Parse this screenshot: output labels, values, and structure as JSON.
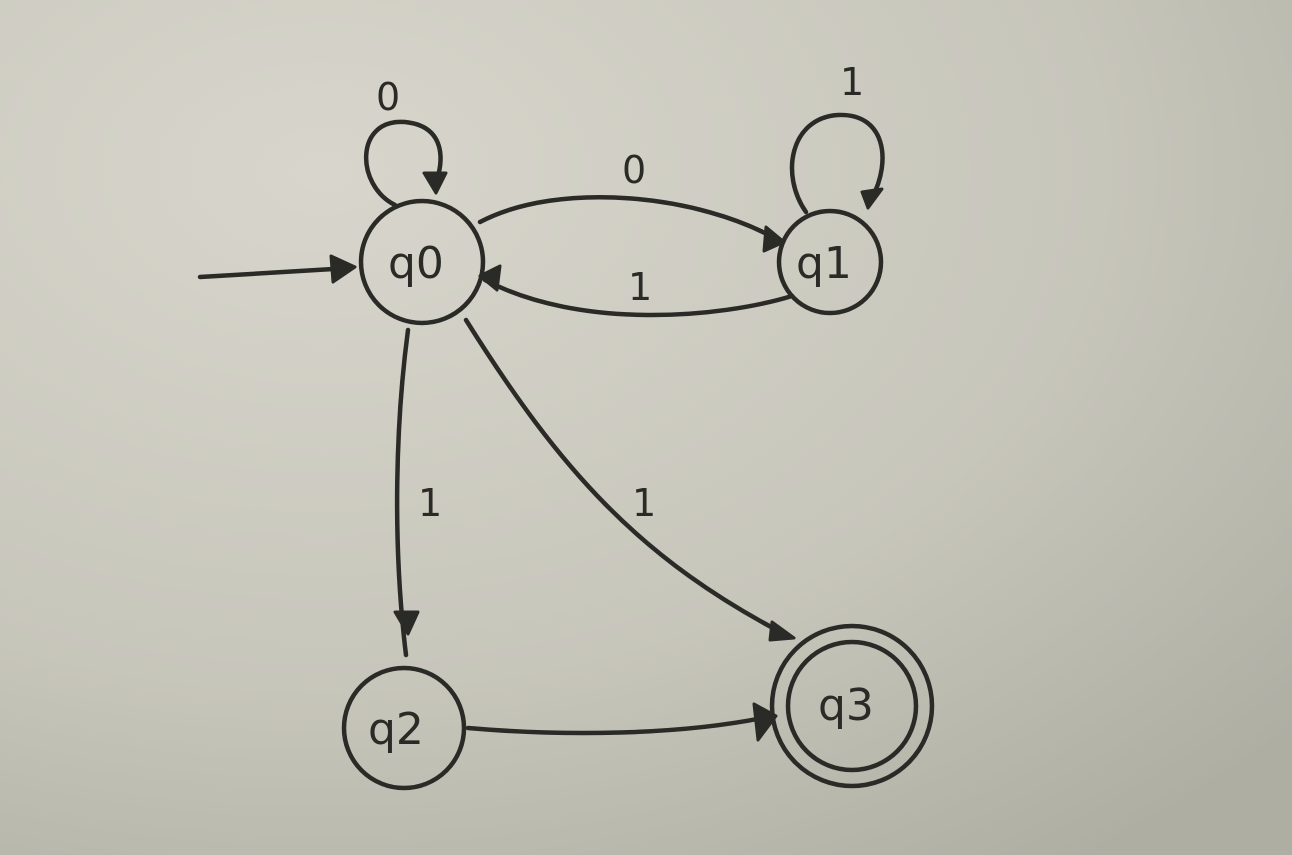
{
  "states": {
    "q0": {
      "label": "q0",
      "initial": true,
      "accepting": false
    },
    "q1": {
      "label": "q1",
      "initial": false,
      "accepting": false
    },
    "q2": {
      "label": "q2",
      "initial": false,
      "accepting": false
    },
    "q3": {
      "label": "q3",
      "initial": false,
      "accepting": true
    }
  },
  "transitions": {
    "q0_q0": {
      "from": "q0",
      "to": "q0",
      "symbol": "0"
    },
    "q0_q1": {
      "from": "q0",
      "to": "q1",
      "symbol": "0"
    },
    "q1_q0": {
      "from": "q1",
      "to": "q0",
      "symbol": "1"
    },
    "q1_q1": {
      "from": "q1",
      "to": "q1",
      "symbol": "1"
    },
    "q0_q2": {
      "from": "q0",
      "to": "q2",
      "symbol": "1"
    },
    "q0_q3": {
      "from": "q0",
      "to": "q3",
      "symbol": "1"
    },
    "q2_q3": {
      "from": "q2",
      "to": "q3",
      "symbol": ""
    }
  },
  "colors": {
    "paper": "#c9c8bd",
    "ink": "#2a2a27"
  }
}
